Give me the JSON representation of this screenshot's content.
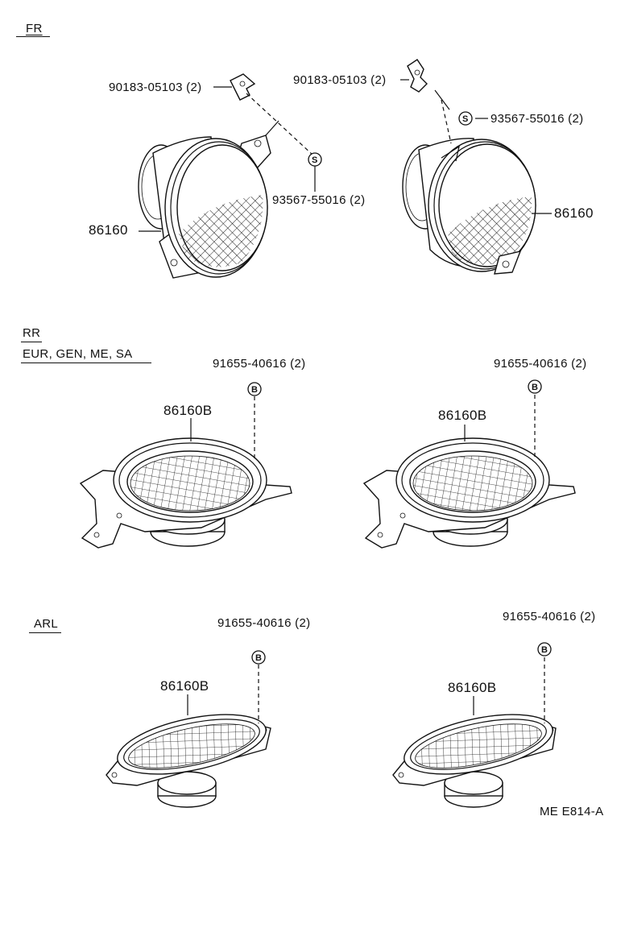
{
  "sections": {
    "front": "FR",
    "rear": "RR",
    "rear_regions": "EUR, GEN, ME, SA",
    "arl": "ARL"
  },
  "parts": {
    "clip": "90183-05103 (2)",
    "screw": "93567-55016 (2)",
    "front_speaker": "86160",
    "bolt": "91655-40616 (2)",
    "rear_speaker": "86160B"
  },
  "symbols": {
    "screw": "S",
    "bolt": "B"
  },
  "drawing_code": "ME E814-A"
}
